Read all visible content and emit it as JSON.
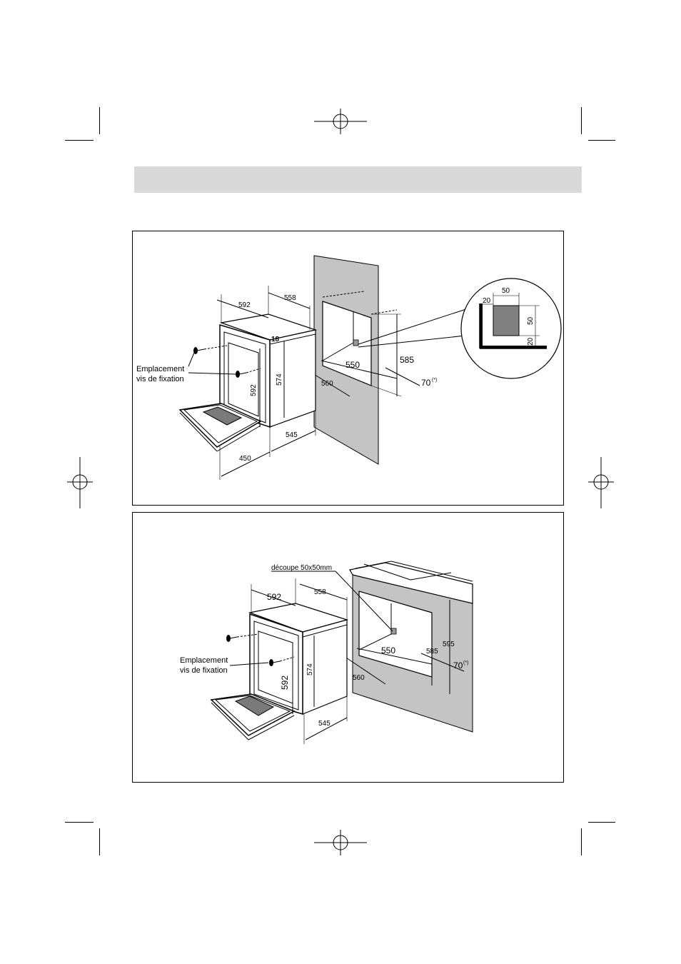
{
  "diagram_top": {
    "labels": {
      "screw_location_line1": "Emplacement",
      "screw_location_line2": "vis de fixation"
    },
    "dimensions": {
      "width_top": "592",
      "depth_top": "558",
      "thickness": "18",
      "front_height": "592",
      "body_height": "574",
      "body_depth": "545",
      "door_depth": "450",
      "cutout_width": "550",
      "cutout_height": "585",
      "cutout_depth": "560",
      "clearance": "70",
      "clearance_note": "(*)"
    },
    "detail": {
      "square": "50",
      "side_square": "50",
      "offset_left": "20",
      "offset_bottom": "20"
    }
  },
  "diagram_bottom": {
    "labels": {
      "cutout_note": "découpe 50x50mm",
      "screw_location_line1": "Emplacement",
      "screw_location_line2": "vis de fixation"
    },
    "dimensions": {
      "width_top": "592",
      "depth_top": "558",
      "front_height": "592",
      "body_height": "574",
      "body_depth": "545",
      "cutout_width": "550",
      "cutout_height": "585",
      "cabinet_height": "595",
      "cutout_depth": "560",
      "clearance": "70",
      "clearance_note": "(*)"
    }
  },
  "colors": {
    "wall": "#c4c4c4",
    "header_bar": "#d9d9d9",
    "window": "#7a7a7a",
    "detail_square": "#808080"
  }
}
